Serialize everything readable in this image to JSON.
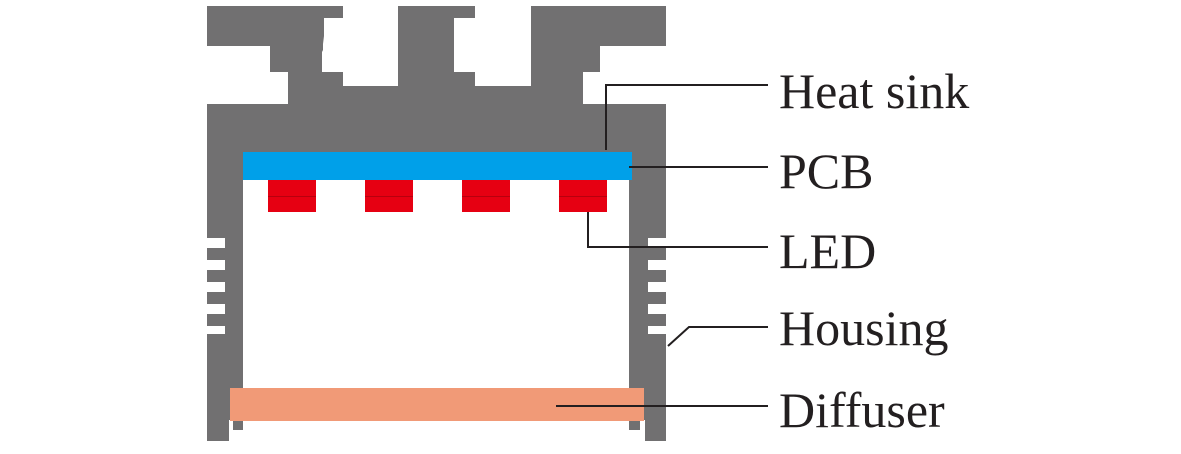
{
  "colors": {
    "housing": "#717071",
    "pcb": "#00a0e9",
    "led": "#e60012",
    "led_shadow": "#b8000e",
    "diffuser": "#f19a77",
    "leader_line": "#231f20",
    "label_text": "#231f20",
    "background": "#ffffff"
  },
  "labels": {
    "heat_sink": "Heat sink",
    "pcb": "PCB",
    "led": "LED",
    "housing": "Housing",
    "diffuser": "Diffuser"
  },
  "led_count": 4
}
